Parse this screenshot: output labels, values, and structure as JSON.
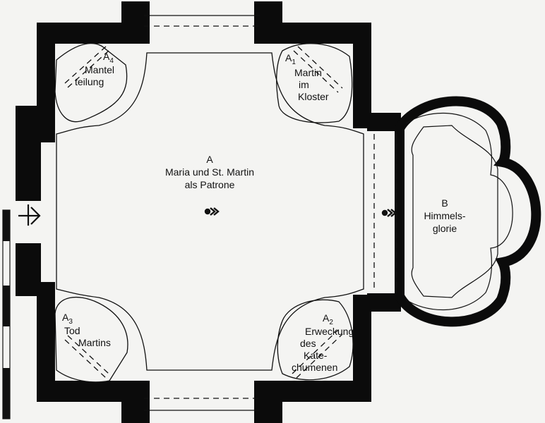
{
  "plan": {
    "nave": {
      "letter": "A",
      "line1": "Maria und St. Martin",
      "line2": "als Patrone"
    },
    "apse": {
      "letter": "B",
      "line1": "Himmels-",
      "line2": "glorie"
    },
    "chapels": {
      "a1": {
        "letter": "A",
        "num": "1",
        "lines": [
          "Martin",
          "im",
          "Kloster"
        ]
      },
      "a2": {
        "letter": "A",
        "num": "2",
        "lines": [
          "Erweckung",
          "des",
          "Kate-",
          "chumenen"
        ]
      },
      "a3": {
        "letter": "A",
        "num": "3",
        "lines": [
          "Tod",
          "Martins"
        ]
      },
      "a4": {
        "letter": "A",
        "num": "4",
        "lines": [
          "Mantel",
          "teilung"
        ]
      }
    }
  }
}
